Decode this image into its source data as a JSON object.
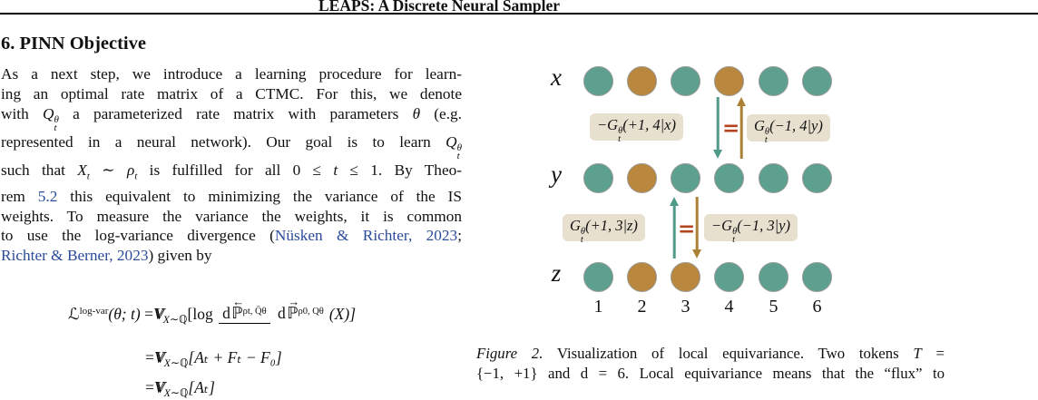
{
  "page": {
    "title": "LEAPS: A Discrete Neural Sampler"
  },
  "section": {
    "heading": "6. PINN Objective"
  },
  "paragraph": {
    "l1": "As a next step, we introduce a learning procedure for learn-",
    "l2": "ing an optimal rate matrix of a CTMC. For this, we denote",
    "l3a": "with ",
    "l3_Q": "Q",
    "l3_sup": "θ",
    "l3_sub": "t",
    "l3b": " a parameterized rate matrix with parameters ",
    "l3_theta": "θ",
    "l3c": " (e.g.",
    "l4a": "represented in a neural network). Our goal is to learn ",
    "l4_Q": "Q",
    "l4_sup": "θ",
    "l4_sub": "t",
    "l5a": "such that ",
    "l5_X": "X",
    "l5_Xsub": "t",
    "l5b": " ∼ ",
    "l5_rho": "ρ",
    "l5_rhosub": "t",
    "l5c": " is fulfilled for all 0 ≤ ",
    "l5_t": "t",
    "l5d": " ≤ 1. By Theo-",
    "l6a": "rem ",
    "l6_link": "5.2",
    "l6b": " this equivalent to minimizing the variance of the IS",
    "l7": "weights. To measure the variance the weights, it is common",
    "l8a": "to use the log-variance divergence (",
    "l8_link": "Nüsken & Richter, 2023",
    "l8b": ";",
    "l9_link": "Richter & Berner, 2023",
    "l9b": ") given by"
  },
  "equations": {
    "L": "ℒ",
    "L_sup": "log-var",
    "L_args": "(θ; t)",
    "rel": "=",
    "V": "V",
    "measure_sub": "X∼ℚ",
    "log_open": "[log",
    "d": "d",
    "P": "ℙ",
    "arrow_num": "←",
    "arrow_den": "→",
    "num_sup": "ρt, Q̄θ",
    "den_sup": "ρ0, Qθ",
    "arg_close": "(X)]",
    "line2_body": "[Aₜ + Fₜ − F₀]",
    "line3_body": "[Aₜ]"
  },
  "figure": {
    "labels": {
      "x": "x",
      "y": "y",
      "z": "z"
    },
    "rows": {
      "x": [
        "teal",
        "gold",
        "teal",
        "gold",
        "teal",
        "teal"
      ],
      "y": [
        "teal",
        "gold",
        "teal",
        "teal",
        "teal",
        "teal"
      ],
      "z": [
        "teal",
        "gold",
        "gold",
        "teal",
        "teal",
        "teal"
      ]
    },
    "indices": [
      "1",
      "2",
      "3",
      "4",
      "5",
      "6"
    ],
    "flux_top": {
      "left": {
        "sign": "−",
        "base": "G",
        "sup": "θ",
        "sub": "t",
        "args": "(+1, 4|x)"
      },
      "equals": "=",
      "right": {
        "sign": "",
        "base": "G",
        "sup": "θ",
        "sub": "t",
        "args": "(−1, 4|y)"
      }
    },
    "flux_bottom": {
      "left": {
        "sign": "",
        "base": "G",
        "sup": "θ",
        "sub": "t",
        "args": "(+1, 3|z)"
      },
      "equals": "=",
      "right": {
        "sign": "−",
        "base": "G",
        "sup": "θ",
        "sub": "t",
        "args": "(−1, 3|y)"
      }
    },
    "colors": {
      "teal": "#5DA08F",
      "gold": "#B9873D",
      "box_bg": "#E8E0CF",
      "equals": "#B4431F",
      "link_blue": "#2B4B9B"
    }
  },
  "caption": {
    "fig_label": "Figure 2.",
    "l1_rest": " Visualization of local equivariance.  Two tokens ",
    "l1_T": "T",
    "l1_end": " =",
    "l2": "{−1, +1} and d = 6. Local equivariance means that the “flux” to"
  }
}
